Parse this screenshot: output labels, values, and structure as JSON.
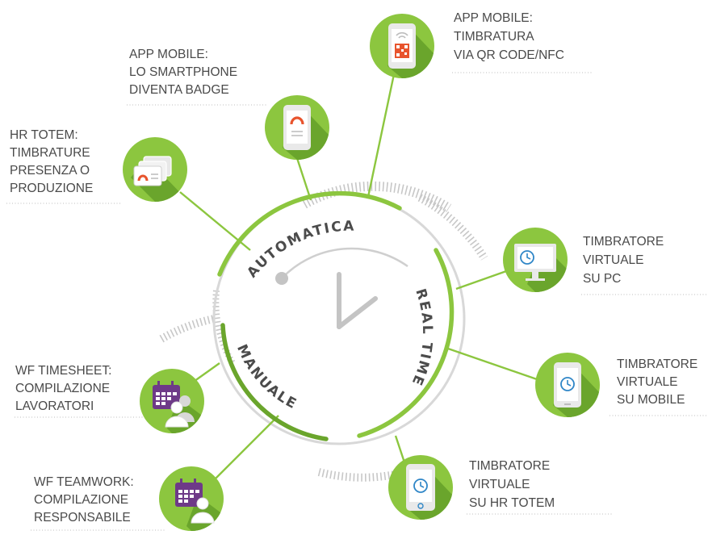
{
  "sections": {
    "automatica": "AUTOMATICA",
    "real_time": "REAL TIME",
    "manuale": "MANUALE"
  },
  "nodes": [
    {
      "id": "hr-totem",
      "label_lines": [
        "HR TOTEM:",
        "TIMBRATURE",
        "PRESENZA O",
        "PRODUZIONE"
      ],
      "icon": "badge-cards-icon"
    },
    {
      "id": "app-badge",
      "label_lines": [
        "APP MOBILE:",
        "LO SMARTPHONE",
        "DIVENTA BADGE"
      ],
      "icon": "phone-badge-icon"
    },
    {
      "id": "app-qr",
      "label_lines": [
        "APP MOBILE:",
        "TIMBRATURA",
        "VIA QR CODE/NFC"
      ],
      "icon": "phone-qr-icon"
    },
    {
      "id": "virt-pc",
      "label_lines": [
        "TIMBRATORE",
        "VIRTUALE",
        "SU PC"
      ],
      "icon": "monitor-clock-icon"
    },
    {
      "id": "virt-mobile",
      "label_lines": [
        "TIMBRATORE",
        "VIRTUALE",
        "SU MOBILE"
      ],
      "icon": "phone-clock-icon"
    },
    {
      "id": "virt-totem",
      "label_lines": [
        "TIMBRATORE",
        "VIRTUALE",
        "SU HR TOTEM"
      ],
      "icon": "tablet-clock-icon"
    },
    {
      "id": "wf-timesheet",
      "label_lines": [
        "WF TIMESHEET:",
        "COMPILAZIONE",
        "LAVORATORI"
      ],
      "icon": "calendar-users-icon"
    },
    {
      "id": "wf-teamwork",
      "label_lines": [
        "WF TEAMWORK:",
        "COMPILAZIONE",
        "RESPONSABILE"
      ],
      "icon": "calendar-user-icon"
    }
  ],
  "colors": {
    "green_light": "#8cc63f",
    "green_dark": "#6aa52c",
    "green_accent": "#7ab648",
    "purple": "#6e3a88",
    "clock_gray": "#c4c4c4",
    "text": "#4a4a4a"
  }
}
